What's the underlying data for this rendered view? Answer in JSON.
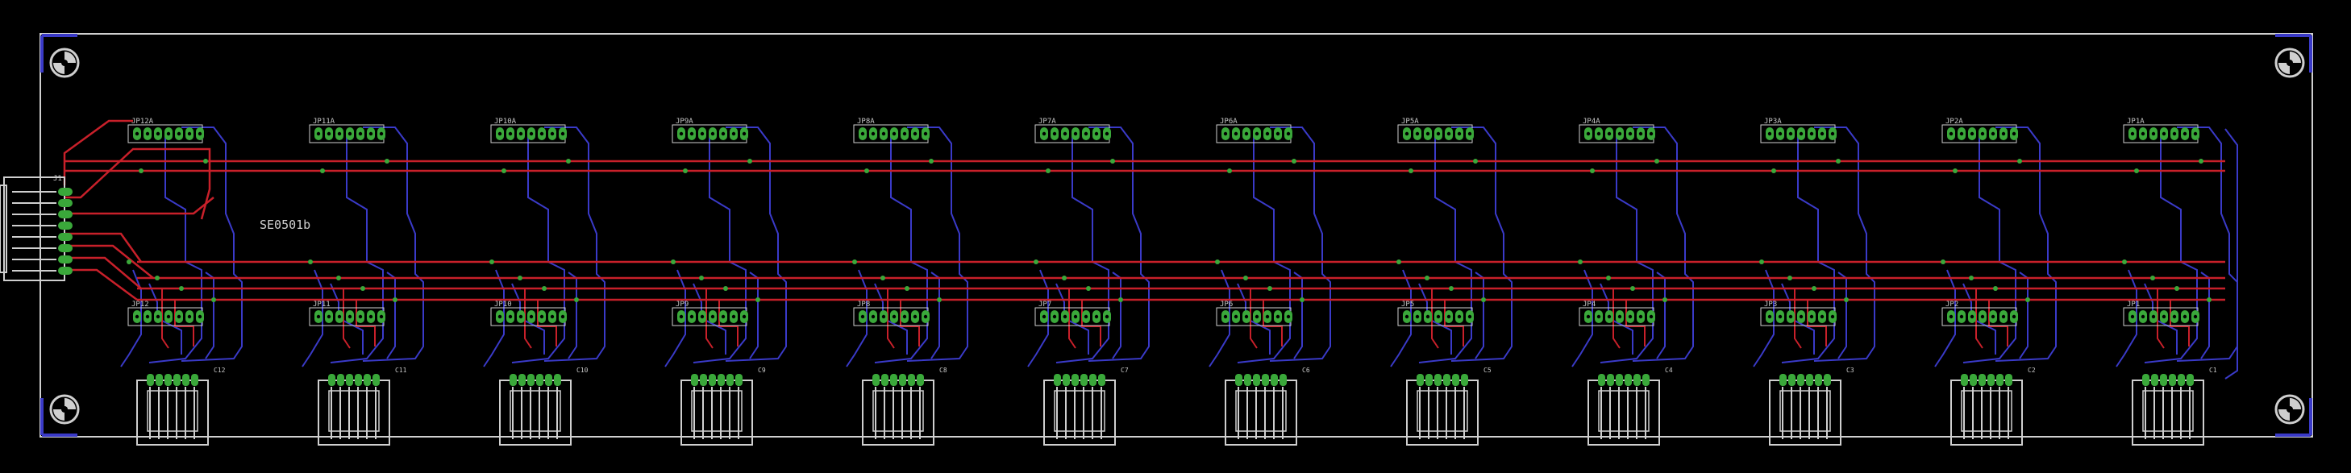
{
  "board": {
    "title": "SE0501b",
    "colors": {
      "background": "#000000",
      "outline": "#d0d0d0",
      "top_trace": "#c8202a",
      "bottom_trace": "#3a3ac8",
      "pad": "#3aa83a",
      "silkscreen": "#cfcfcf"
    },
    "main_connector": {
      "label": "J1",
      "pins": 8
    },
    "top_headers": [
      "JP12A",
      "JP11A",
      "JP10A",
      "JP9A",
      "JP8A",
      "JP7A",
      "JP6A",
      "JP5A",
      "JP4A",
      "JP3A",
      "JP2A",
      "JP1A"
    ],
    "bottom_headers": [
      "JP12",
      "JP11",
      "JP10",
      "JP9",
      "JP8",
      "JP7",
      "JP6",
      "JP5",
      "JP4",
      "JP3",
      "JP2",
      "JP1"
    ],
    "connectors": [
      "C12",
      "C11",
      "C10",
      "C9",
      "C8",
      "C7",
      "C6",
      "C5",
      "C4",
      "C3",
      "C2",
      "C1"
    ],
    "mounting_holes": 4
  }
}
